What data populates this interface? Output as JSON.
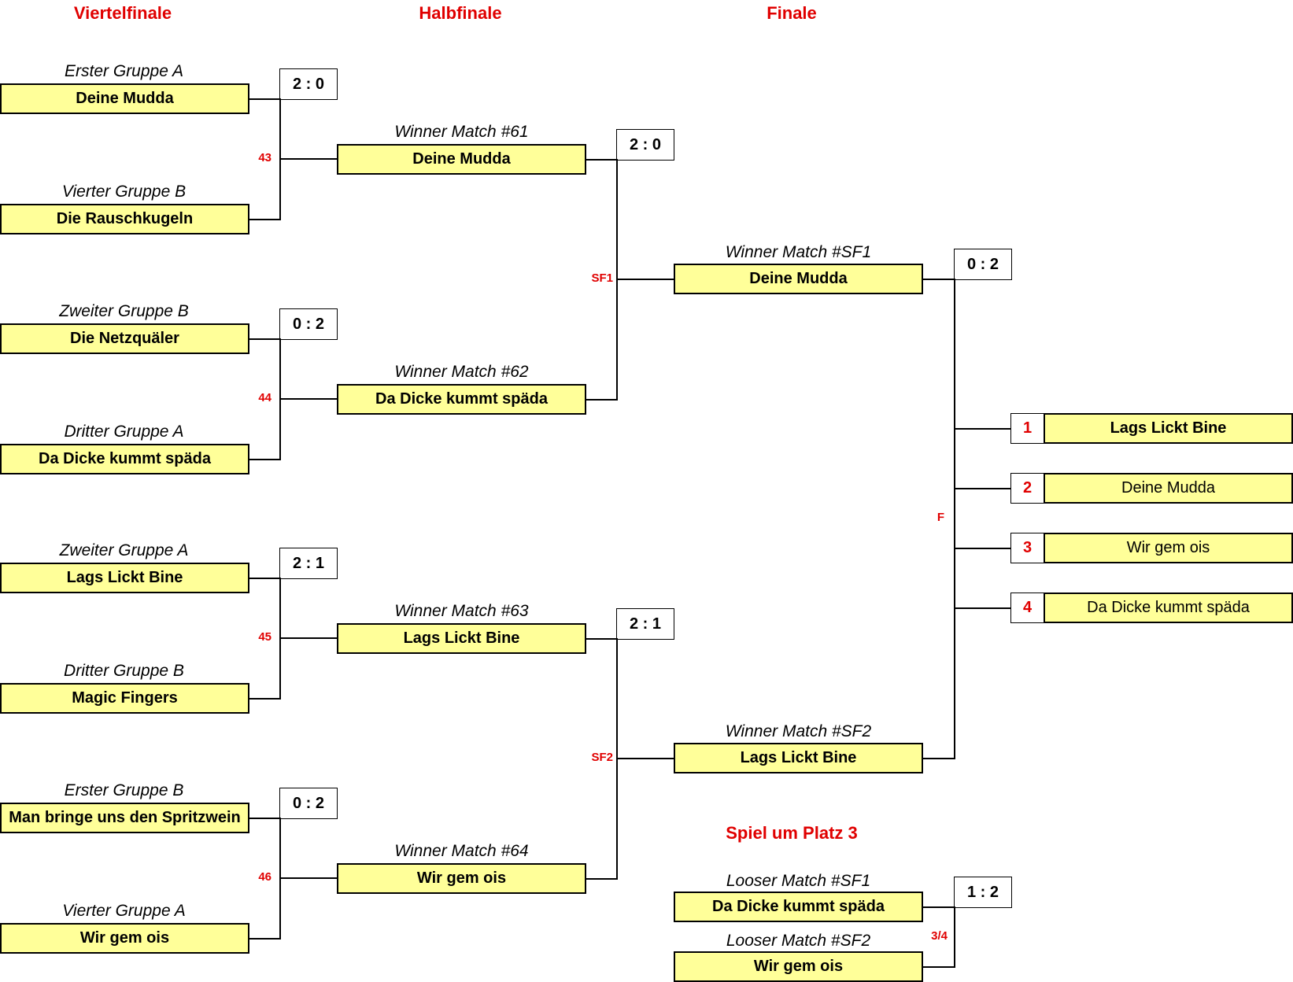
{
  "headers": {
    "quarter": "Viertelfinale",
    "semi": "Halbfinale",
    "final": "Finale",
    "third": "Spiel um Platz 3"
  },
  "quarterfinals": [
    {
      "id": "43",
      "score": "2 : 0",
      "top": {
        "caption": "Erster Gruppe A",
        "team": "Deine Mudda"
      },
      "bottom": {
        "caption": "Vierter Gruppe B",
        "team": "Die Rauschkugeln"
      }
    },
    {
      "id": "44",
      "score": "0 : 2",
      "top": {
        "caption": "Zweiter Gruppe B",
        "team": "Die Netzquäler"
      },
      "bottom": {
        "caption": "Dritter Gruppe A",
        "team": "Da Dicke kummt späda"
      }
    },
    {
      "id": "45",
      "score": "2 : 1",
      "top": {
        "caption": "Zweiter Gruppe A",
        "team": "Lags Lickt Bine"
      },
      "bottom": {
        "caption": "Dritter Gruppe B",
        "team": "Magic Fingers"
      }
    },
    {
      "id": "46",
      "score": "0 : 2",
      "top": {
        "caption": "Erster Gruppe B",
        "team": "Man bringe uns den Spritzwein"
      },
      "bottom": {
        "caption": "Vierter Gruppe A",
        "team": "Wir gem ois"
      }
    }
  ],
  "semifinals": [
    {
      "id": "SF1",
      "score": "2 : 0",
      "top": {
        "caption": "Winner Match #61",
        "team": "Deine Mudda"
      },
      "bottom": {
        "caption": "Winner Match #62",
        "team": "Da Dicke kummt späda"
      }
    },
    {
      "id": "SF2",
      "score": "2 : 1",
      "top": {
        "caption": "Winner Match #63",
        "team": "Lags Lickt Bine"
      },
      "bottom": {
        "caption": "Winner Match #64",
        "team": "Wir gem ois"
      }
    }
  ],
  "final": {
    "id": "F",
    "score": "0 : 2",
    "top": {
      "caption": "Winner Match #SF1",
      "team": "Deine Mudda"
    },
    "bottom": {
      "caption": "Winner Match #SF2",
      "team": "Lags Lickt Bine"
    }
  },
  "third_place": {
    "id": "3/4",
    "score": "1 : 2",
    "top": {
      "caption": "Looser Match #SF1",
      "team": "Da Dicke kummt späda"
    },
    "bottom": {
      "caption": "Looser Match #SF2",
      "team": "Wir gem ois"
    }
  },
  "ranking": [
    {
      "rank": "1",
      "team": "Lags Lickt Bine"
    },
    {
      "rank": "2",
      "team": "Deine Mudda"
    },
    {
      "rank": "3",
      "team": "Wir gem ois"
    },
    {
      "rank": "4",
      "team": "Da Dicke kummt späda"
    }
  ]
}
